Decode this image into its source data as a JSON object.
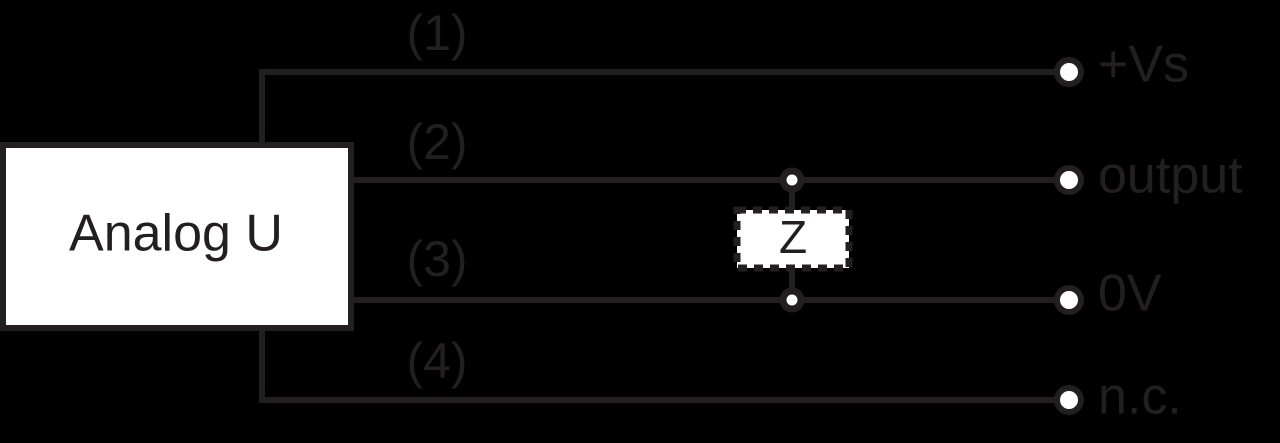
{
  "diagram": {
    "type": "wiring-diagram",
    "background_color": "#000000",
    "line_color": "#231f20",
    "fill_color": "#ffffff",
    "device": {
      "label": "Analog U"
    },
    "load": {
      "label": "Z",
      "border_style": "dashed"
    },
    "wires": [
      {
        "number_label": "(1)",
        "terminal_label": "+Vs"
      },
      {
        "number_label": "(2)",
        "terminal_label": "output"
      },
      {
        "number_label": "(3)",
        "terminal_label": "0V"
      },
      {
        "number_label": "(4)",
        "terminal_label": "n.c."
      }
    ]
  }
}
